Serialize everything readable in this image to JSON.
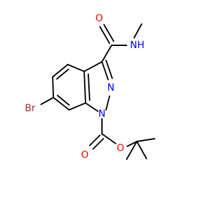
{
  "molecule": {
    "atoms": {
      "methyl_n": {
        "text": "N",
        "sub": "H",
        "color": "#0000ff"
      },
      "amide_o": {
        "text": "O",
        "color": "#ff0000"
      },
      "ring_n2": {
        "text": "N",
        "color": "#0000ff"
      },
      "ring_n1": {
        "text": "N",
        "color": "#0000ff"
      },
      "bromine": {
        "text": "Br",
        "color": "#a52a2a"
      },
      "ester_o_carbonyl": {
        "text": "O",
        "color": "#ff0000"
      },
      "ester_o_ether": {
        "text": "O",
        "color": "#ff0000"
      }
    },
    "bond_color": "#000000"
  }
}
